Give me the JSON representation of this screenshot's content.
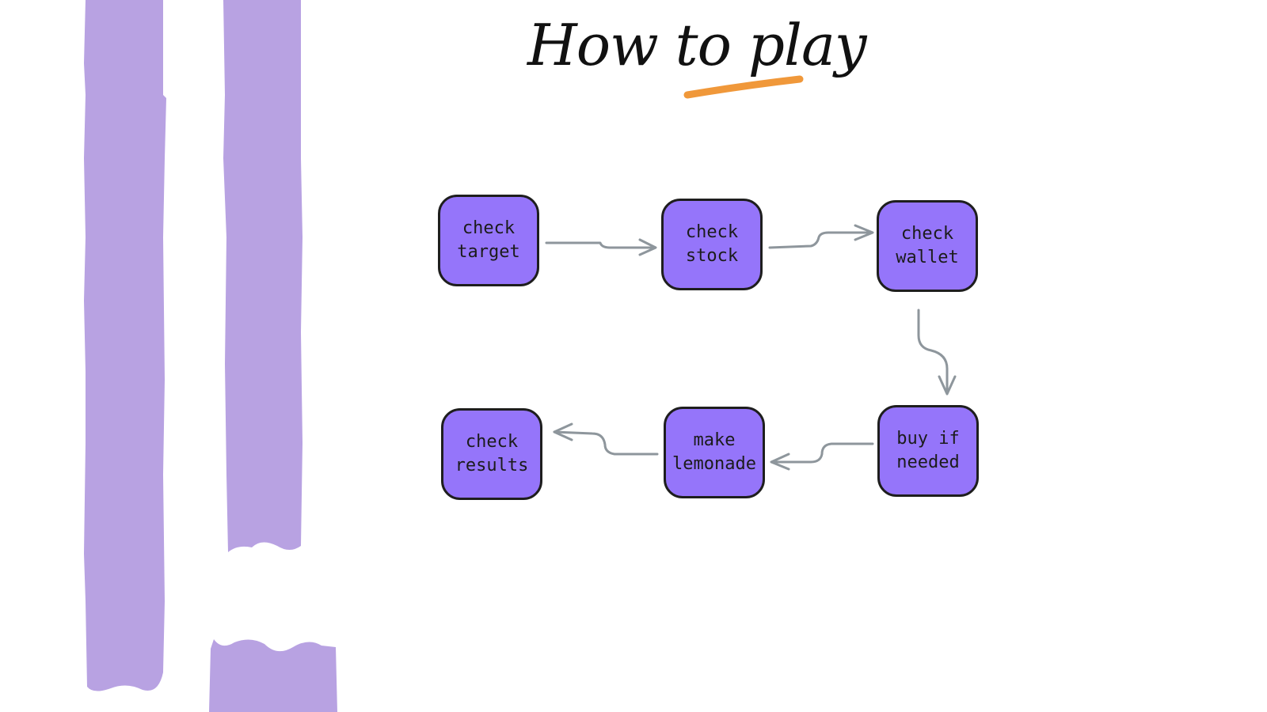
{
  "title": {
    "text": "How to play",
    "underline_color": "#f0983a"
  },
  "colors": {
    "box_fill": "#9575fa",
    "box_border": "#1e1e1e",
    "arrow": "#8e969c",
    "decor": "#b8a2e2"
  },
  "steps": [
    {
      "id": "check-target",
      "label": "check\ntarget"
    },
    {
      "id": "check-stock",
      "label": "check\nstock"
    },
    {
      "id": "check-wallet",
      "label": "check\nwallet"
    },
    {
      "id": "buy-if-needed",
      "label": "buy if\nneeded"
    },
    {
      "id": "make-lemonade",
      "label": "make\nlemonade"
    },
    {
      "id": "check-results",
      "label": "check\nresults"
    }
  ],
  "flow": [
    [
      "check-target",
      "check-stock"
    ],
    [
      "check-stock",
      "check-wallet"
    ],
    [
      "check-wallet",
      "buy-if-needed"
    ],
    [
      "buy-if-needed",
      "make-lemonade"
    ],
    [
      "make-lemonade",
      "check-results"
    ]
  ]
}
